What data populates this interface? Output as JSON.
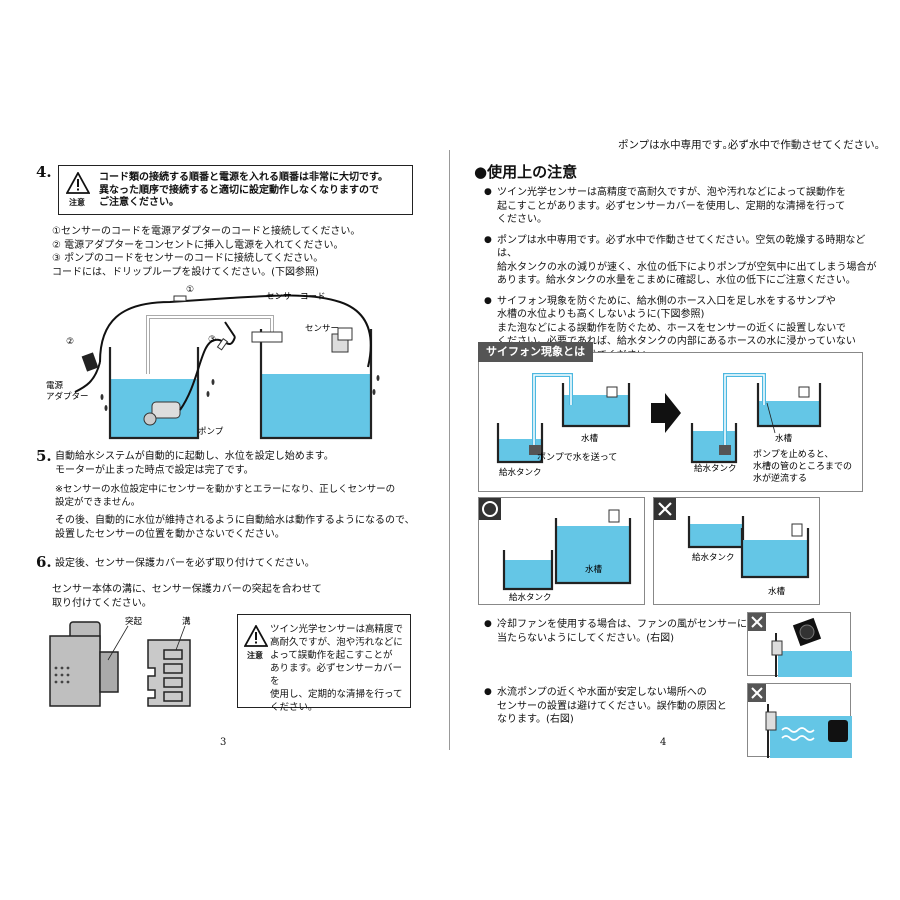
{
  "header_note": "ポンプは水中専用です｡必ず水中で作動させてください。",
  "left": {
    "step4": {
      "num": "4.",
      "warn_label": "注意",
      "warn_lines": [
        "コード類の接続する順番と電源を入れる順番は非常に大切です。",
        "異なった順序で接続すると適切に設定動作しなくなりますので",
        "ご注意ください。"
      ],
      "instructions": [
        "①センサーのコードを電源アダプターのコードと接続してください。",
        "② 電源アダプターをコンセントに挿入し電源を入れてください。",
        "③ ポンプのコードをセンサーのコードに接続してください。",
        "コードには、ドリップループを設けてください。(下図参照)"
      ],
      "fig_labels": {
        "c1": "①",
        "c2": "②",
        "c3": "③",
        "sensor_cord": "センサーコード",
        "sensor": "センサー",
        "adapter1": "電源",
        "adapter2": "アダプター",
        "pump": "ポンプ"
      }
    },
    "step5": {
      "num": "5.",
      "lines": [
        "自動給水システムが自動的に起動し、水位を設定し始めます。",
        "モーターが止まった時点で設定は完了です。"
      ],
      "note": [
        "※センサーの水位設定中にセンサーを動かすとエラーになり、正しくセンサーの",
        "設定ができません。"
      ],
      "after": [
        "その後、自動的に水位が維持されるように自動給水は動作するようになるので、",
        "設置したセンサーの位置を動かさないでください。"
      ]
    },
    "step6": {
      "num": "6.",
      "text": "設定後、センサー保護カバーを必ず取り付けてください。",
      "sub": [
        "センサー本体の溝に、センサー保護カバーの突起を合わせて",
        "取り付けてください。"
      ],
      "label_protrusion": "突起",
      "label_groove": "溝",
      "warn_label": "注意",
      "warn_lines": [
        "ツイン光学センサーは高精度で",
        "高耐久ですが、泡や汚れなどに",
        "よって誤動作を起こすことが",
        "あります。必ずセンサーカバーを",
        "使用し、定期的な清掃を行って",
        "ください。"
      ]
    },
    "page_num": "3"
  },
  "right": {
    "title": "●使用上の注意",
    "bullets": [
      [
        "ツイン光学センサーは高精度で高耐久ですが、泡や汚れなどによって誤動作を",
        "起こすことがあります。必ずセンサーカバーを使用し、定期的な清掃を行って",
        "ください。"
      ],
      [
        "ポンプは水中専用です。必ず水中で作動させてください。空気の乾燥する時期などは、",
        "給水タンクの水の減りが速く、水位の低下によりポンプが空気中に出てしまう場合が",
        "あります。給水タンクの水量をこまめに確認し、水位の低下にご注意ください。"
      ],
      [
        "サイフォン現象を防ぐために、給水側のホース入口を足し水をするサンプや",
        "水槽の水位よりも高くしないように(下図参照)",
        "また泡などによる誤動作を防ぐため、ホースをセンサーの近くに設置しないで",
        "ください。必要であれば、給水タンクの内部にあるホースの水に浸かっていない",
        "部分に小さな穴を開けてください。"
      ]
    ],
    "siphon": {
      "title": "サイフォン現象とは",
      "tank_left": "水槽",
      "supply_left": "給水タンク",
      "caption_left": "ポンプで水を送って",
      "tank_right": "水槽",
      "supply_right": "給水タンク",
      "caption_right": [
        "ポンプを止めると、",
        "水槽の管のところまでの",
        "水が逆流する"
      ]
    },
    "ok_panel": {
      "tank": "水槽",
      "supply": "給水タンク"
    },
    "ng_panel": {
      "supply": "給水タンク",
      "tank": "水槽"
    },
    "fan_note": [
      "冷却ファンを使用する場合は、ファンの風がセンサーに",
      "当たらないようにしてください。(右図)"
    ],
    "flow_note": [
      "水流ポンプの近くや水面が安定しない場所への",
      "センサーの設置は避けてください。誤作動の原因と",
      "なります。(右図)"
    ],
    "page_num": "4"
  }
}
